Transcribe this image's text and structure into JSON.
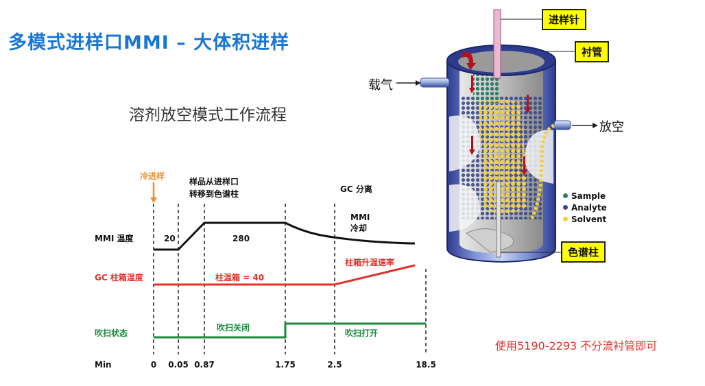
{
  "title": "多模式进样口MMI – 大体积进样",
  "subtitle": "溶剂放空模式工作流程",
  "note": "使用5190-2293 不分流衬管即可",
  "flow": {
    "cold_injection": "冷进样",
    "transfer_line1": "样品从进样口",
    "transfer_line2": "转移到色谱柱",
    "gc_separation": "GC 分离",
    "mmi_cool_line1": "MMI",
    "mmi_cool_line2": "冷却",
    "rows": {
      "mmi_temp": "MMI 温度",
      "gc_oven_temp": "GC 柱箱温度",
      "purge_state": "吹扫状态",
      "min": "Min"
    },
    "values": {
      "temp_20": "20",
      "temp_280": "280",
      "oven_40": "柱温箱 = 40",
      "oven_ramp": "柱箱升温速率",
      "purge_off": "吹扫关闭",
      "purge_on": "吹扫打开"
    },
    "ticks": [
      "0",
      "0.05",
      "0.87",
      "1.75",
      "2.5",
      "18.5"
    ],
    "colors": {
      "mmi": "#111111",
      "oven": "#e0312b",
      "purge": "#1a8a3a",
      "injection": "#f28c28"
    }
  },
  "device": {
    "needle": "进样针",
    "liner": "衬管",
    "carrier_gas": "载气",
    "vent": "放空",
    "column": "色谱柱",
    "legend": [
      {
        "label": "Sample",
        "color": "#2e7d6a"
      },
      {
        "label": "Analyte",
        "color": "#3a4a8a"
      },
      {
        "label": "Solvent",
        "color": "#f2cf45"
      }
    ]
  }
}
